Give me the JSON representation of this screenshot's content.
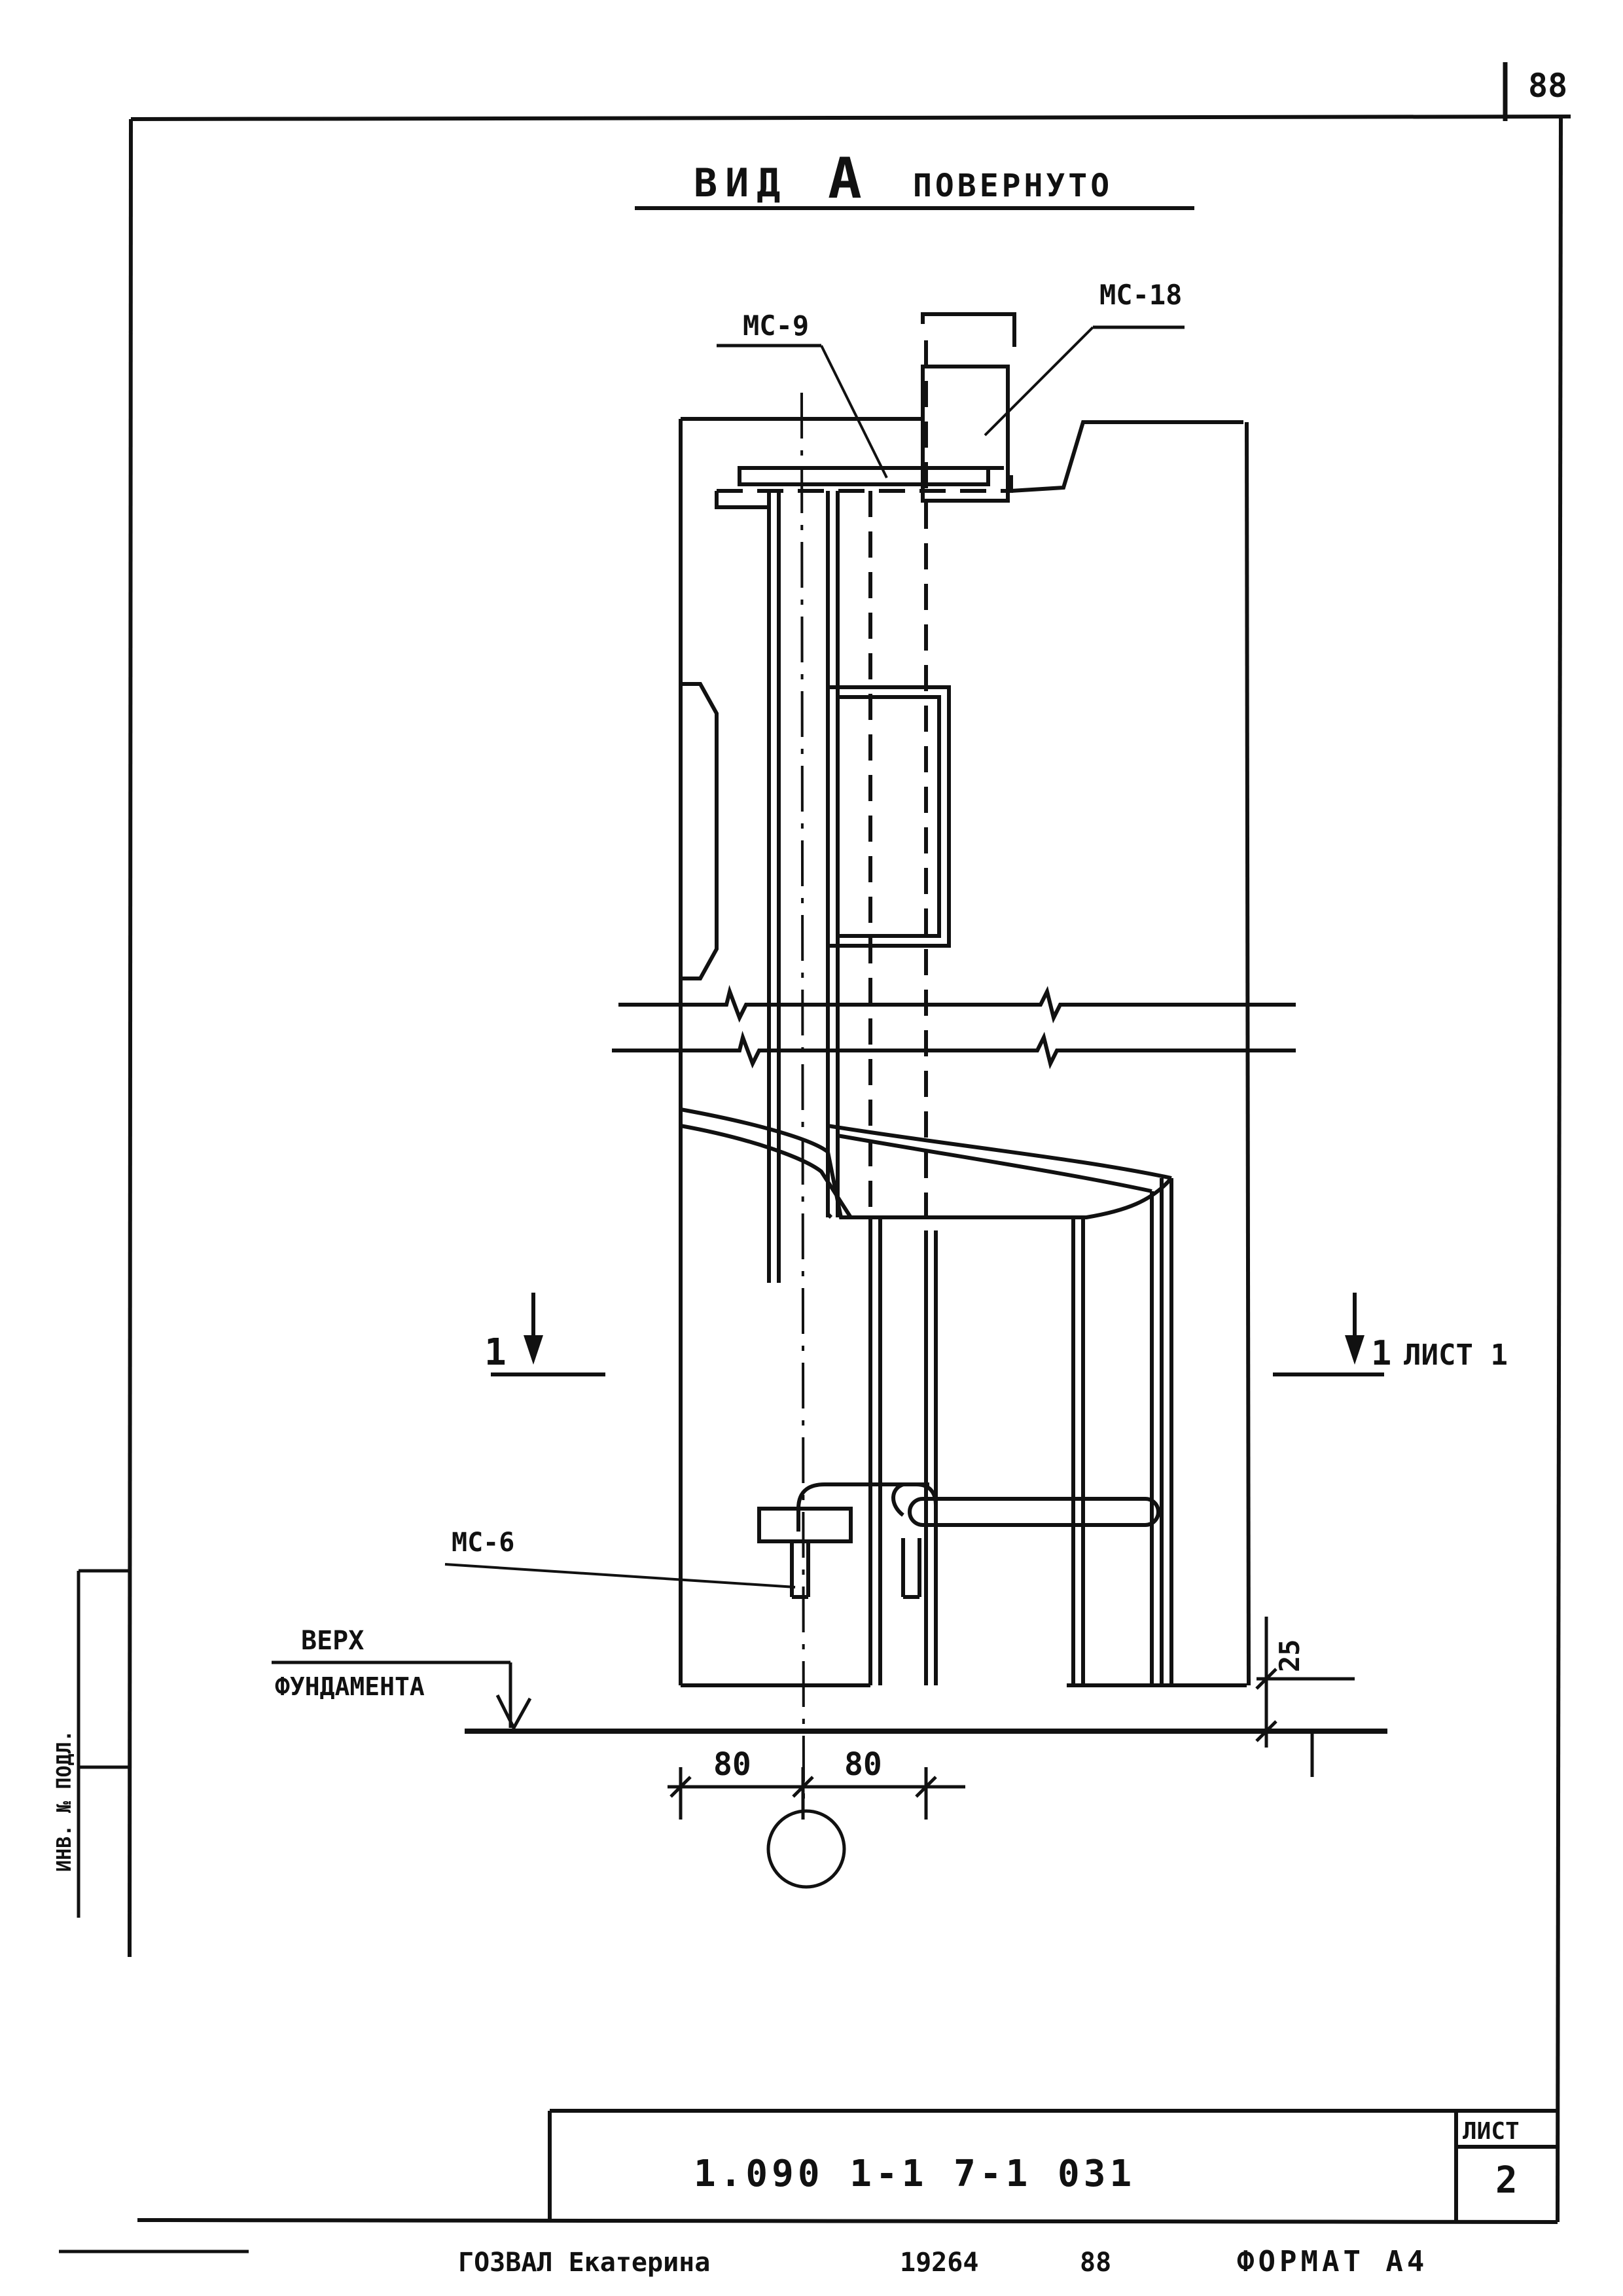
{
  "sheet_number": "88",
  "title": {
    "view": "ВИД",
    "letter": "А",
    "note": "ПОВЕРНУТО"
  },
  "labels": {
    "mc9": "МС-9",
    "mc18": "МС-18",
    "mc6": "МС-6",
    "section_left": "1",
    "section_right": "1",
    "section_right_ref": "ЛИСТ 1",
    "top_foundation_1": "ВЕРХ",
    "top_foundation_2": "ФУНДАМЕНТА"
  },
  "dimensions": {
    "left": "80",
    "right": "80",
    "height": "25"
  },
  "side_stamp": "ИНВ. № ПОДЛ.",
  "title_block": {
    "code": "1.090 1-1 7-1 031",
    "sheet_label": "ЛИСТ",
    "sheet_value": "2"
  },
  "footer": {
    "text_1": "ГОЗВАЛ Екатерина",
    "text_2": "19264",
    "text_3": "88",
    "format": "ФОРМАТ А4"
  }
}
